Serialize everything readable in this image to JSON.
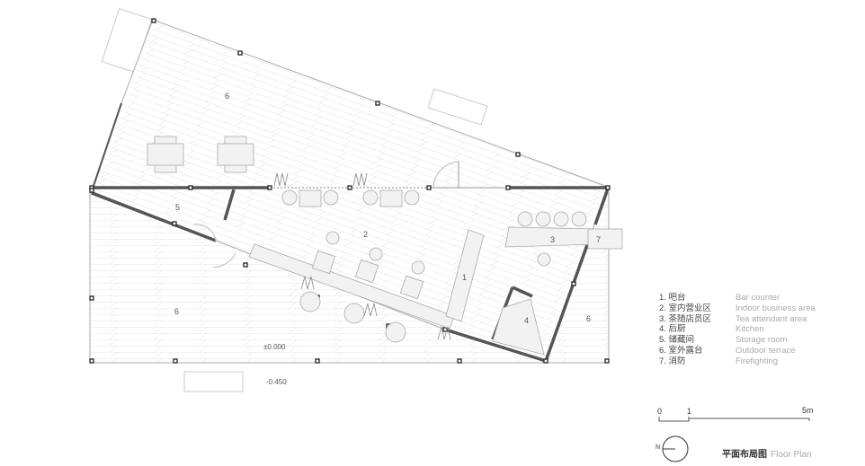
{
  "plan": {
    "zones": {
      "z1": "1",
      "z2": "2",
      "z3": "3",
      "z4": "4",
      "z5": "5",
      "z6a": "6",
      "z6b": "6",
      "z6c": "6",
      "z7": "7"
    },
    "level_main": "±0.000",
    "level_lower": "-0.450"
  },
  "legend": [
    {
      "cn": "1. 吧台",
      "en": "Bar counter"
    },
    {
      "cn": "2. 室内营业区",
      "en": "Indoor business area"
    },
    {
      "cn": "3. 茶随店员区",
      "en": "Tea attendant area"
    },
    {
      "cn": "4. 后厨",
      "en": "Kitchen"
    },
    {
      "cn": "5. 储藏间",
      "en": "Storage room"
    },
    {
      "cn": "6. 室外露台",
      "en": "Outdoor terrace"
    },
    {
      "cn": "7. 消防",
      "en": "Firefighting"
    }
  ],
  "scale_bar": {
    "t0": "0",
    "t1": "1",
    "t5": "5m"
  },
  "north": "N",
  "title": {
    "cn": "平面布局图",
    "en": "Floor Plan"
  },
  "colors": {
    "wall": "#555555",
    "line": "#aaaaaa",
    "fill": "#f2f2f2"
  }
}
